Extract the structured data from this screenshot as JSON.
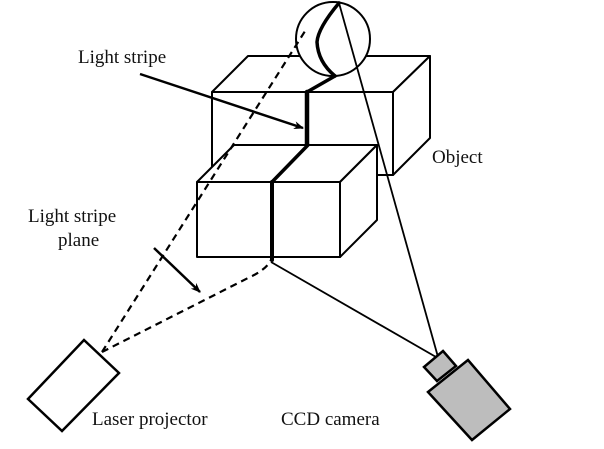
{
  "labels": {
    "light_stripe": "Light stripe",
    "light_stripe_plane_line1": "Light stripe",
    "light_stripe_plane_line2": "plane",
    "object": "Object",
    "laser_projector": "Laser projector",
    "ccd_camera": "CCD camera"
  },
  "colors": {
    "stroke": "#000000",
    "camera_fill": "#bdbdbd",
    "background": "#ffffff"
  }
}
